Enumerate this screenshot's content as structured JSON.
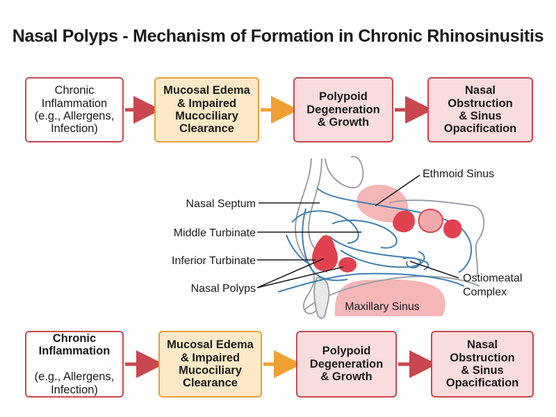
{
  "title": "Nasal Polyps - Mechanism of Formation in Chronic Rhinosinusitis",
  "flow_top": [
    {
      "text": "Chronic\nInflammation\n(e.g., Allergens,\nInfection)"
    },
    {
      "text": "Mucosal Edema\n& Impaired\nMucociliary\nClearance"
    },
    {
      "text": "Polypoid\nDegeneration\n& Growth"
    },
    {
      "text": "Nasal\nObstruction\n& Sinus\nOpacification"
    }
  ],
  "flow_bottom": [
    {
      "line1": "Chronic\nInflammation",
      "line2": "(e.g., Allergens,\nInfection)"
    },
    {
      "text": "Mucosal Edema\n& Impaired\nMucociliary\nClearance"
    },
    {
      "text": "Polypoid\nDegeneration\n& Growth"
    },
    {
      "text": "Nasal\nObstruction\n& Sinus\nOpacification"
    }
  ],
  "anatomy_labels": {
    "ethmoid": "Ethmoid Sinus",
    "septum": "Nasal Septum",
    "middle_turbinate": "Middle Turbinate",
    "inferior_turbinate": "Inferior Turbinate",
    "polyps": "Nasal Polyps",
    "ostiomeatal_1": "Ostiomeatal",
    "ostiomeatal_2": "Complex",
    "maxillary": "Maxillary Sinus"
  },
  "colors": {
    "red": "#c9474f",
    "orange": "#e6a03c",
    "pink": "#f9dcdd",
    "cream": "#fde9c7",
    "mucosa_blue": "#3f7fb0"
  }
}
